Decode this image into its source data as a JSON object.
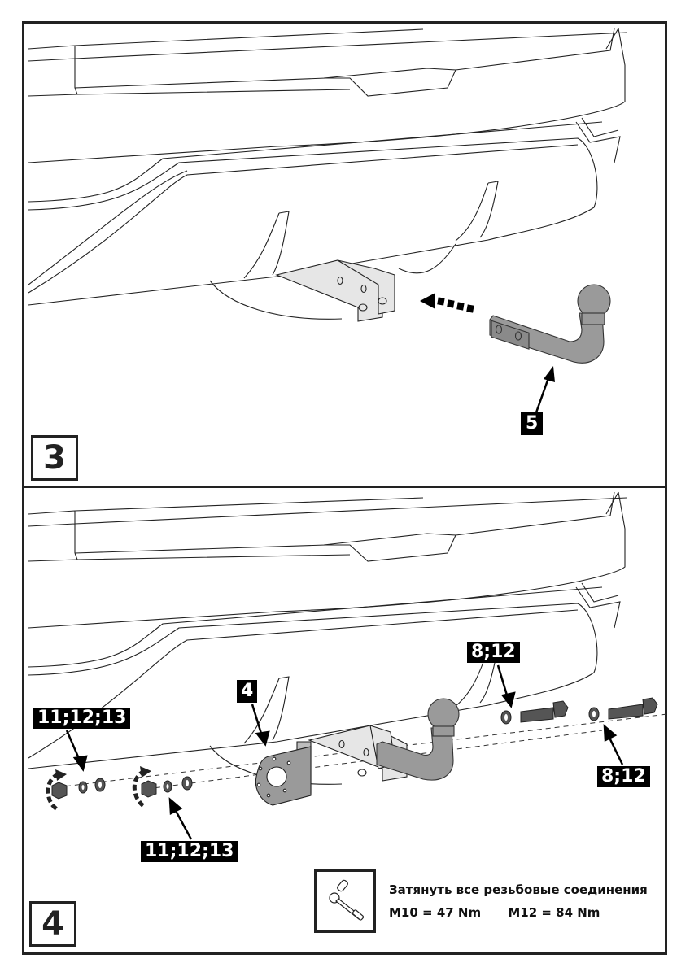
{
  "page": {
    "type": "tow-hitch-installation-instructions",
    "colors": {
      "line": "#222222",
      "part_fill": "#9a9a9a",
      "bracket_fill": "#e6e6e6",
      "label_bg": "#000000",
      "label_text": "#ffffff"
    }
  },
  "steps": [
    {
      "number": "3",
      "callouts": [
        {
          "label": "5",
          "target": "tow-ball-neck"
        }
      ],
      "insert_arrow": "left-dashed-arrow"
    },
    {
      "number": "4",
      "callouts": [
        {
          "label": "4",
          "target": "socket-plate"
        },
        {
          "label": "8;12",
          "target": "washer-bolt-upper"
        },
        {
          "label": "8;12",
          "target": "washer-bolt-right"
        },
        {
          "label": "11;12;13",
          "target": "nut-washers-left"
        },
        {
          "label": "11;12;13",
          "target": "nut-washers-center"
        }
      ],
      "torque_note": {
        "icon": "torque-wrench-icon",
        "title": "Затянуть все резьбовые соединения",
        "values": [
          "M10 = 47 Nm",
          "M12 = 84 Nm"
        ]
      }
    }
  ]
}
